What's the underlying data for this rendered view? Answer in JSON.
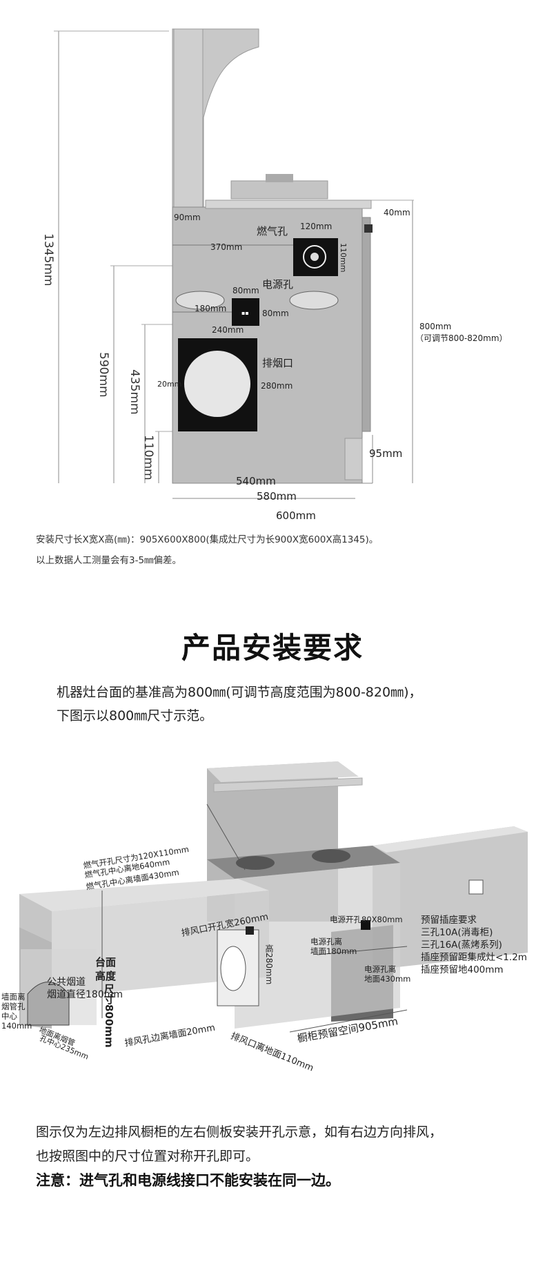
{
  "top_diagram": {
    "total_height": "1345mm",
    "gas_hole_label": "燃气孔",
    "gas_hole_width": "120mm",
    "gas_hole_height": "110mm",
    "gas_hole_offset": "370mm",
    "top_overhang": "90mm",
    "top_offset": "40mm",
    "power_hole_label": "电源孔",
    "power_hole_width": "80mm",
    "power_hole_height": "80mm",
    "power_hole_offset": "180mm",
    "height_590": "590mm",
    "height_435": "435mm",
    "height_110": "110mm",
    "exhaust_label": "排烟口",
    "exhaust_width": "240mm",
    "exhaust_height": "280mm",
    "exhaust_edge": "20mm",
    "counter_height": "800mm",
    "counter_height_note": "（可调节800-820mm）",
    "side_95": "95mm",
    "width_540": "540mm",
    "width_580": "580mm",
    "width_600": "600mm"
  },
  "notes": {
    "line1": "安装尺寸长X宽X高(㎜)：905X600X800(集成灶尺寸为长900X宽600X高1345)。",
    "line2": "以上数据人工测量会有3-5㎜偏差。"
  },
  "section": {
    "title": "产品安装要求",
    "para1": "机器灶台面的基准高为800㎜(可调节高度范围为800-820㎜)，",
    "para2": "下图示以800㎜尺寸示范。"
  },
  "iso": {
    "gas_spec1": "燃气开孔尺寸为120X110mm",
    "gas_spec2": "燃气孔中心离地640mm",
    "gas_spec3": "燃气孔中心离墙面430mm",
    "exhaust_width": "排风口开孔宽260mm",
    "exhaust_height": "高280mm",
    "power_size": "电源开孔80X80mm",
    "power_wall": "电源孔离",
    "power_wall2": "墙面180mm",
    "power_floor": "电源孔离",
    "power_floor2": "地面430mm",
    "socket_title": "预留插座要求",
    "socket1": "三孔10A(消毒柜)",
    "socket2": "三孔16A(蒸烤系列)",
    "socket3": "插座预留距集成灶<1.2m",
    "socket4": "插座预留地400mm",
    "flue1": "公共烟道",
    "flue2": "烟道直径180mm",
    "counter1": "台面",
    "counter2": "高度",
    "counter3": "尺寸800mm",
    "wall1": "墙面离",
    "wall2": "烟管孔",
    "wall3": "中心",
    "wall4": "140mm",
    "floor1": "地面离烟管",
    "floor2": "孔中心235mm",
    "exhaust_edge": "排风孔边离墙面20mm",
    "exhaust_floor": "排风口离地面110mm",
    "cabinet_space": "橱柜预留空间905mm"
  },
  "bottom": {
    "line1": "图示仅为左边排风橱柜的左右侧板安装开孔示意，如有右边方向排风，",
    "line2": "也按照图中的尺寸位置对称开孔即可。",
    "warning": "注意：进气孔和电源线接口不能安装在同一边。"
  }
}
